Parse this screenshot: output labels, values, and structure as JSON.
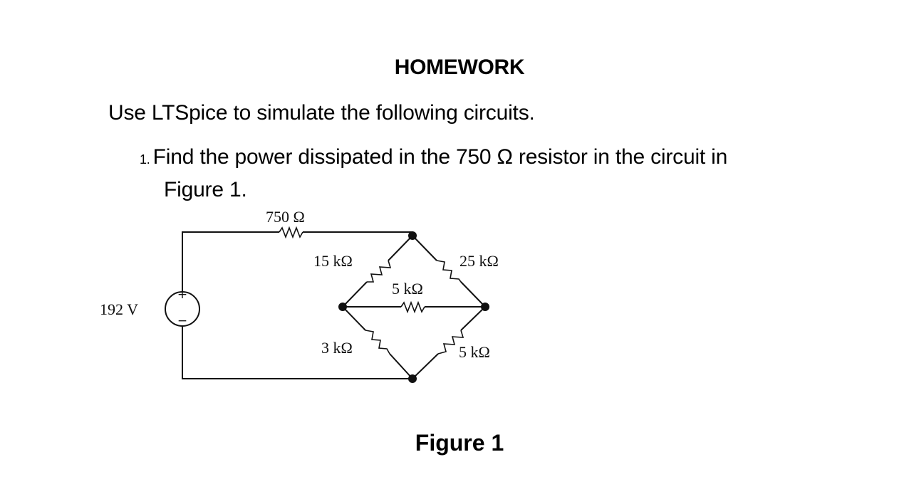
{
  "header": {
    "title": "HOMEWORK"
  },
  "intro": "Use LTSpice to simulate the following circuits.",
  "problems": [
    {
      "number": "1.",
      "text_line1": "Find the power dissipated in the 750 Ω resistor in the circuit in",
      "text_line2": "Figure 1."
    }
  ],
  "figure": {
    "caption": "Figure 1",
    "labels": {
      "r750": "750 Ω",
      "r15k": "15 kΩ",
      "r25k": "25 kΩ",
      "r5k_mid": "5 kΩ",
      "r3k": "3 kΩ",
      "r5k_br": "5 kΩ",
      "source": "192 V",
      "plus": "+",
      "minus": "−"
    }
  }
}
